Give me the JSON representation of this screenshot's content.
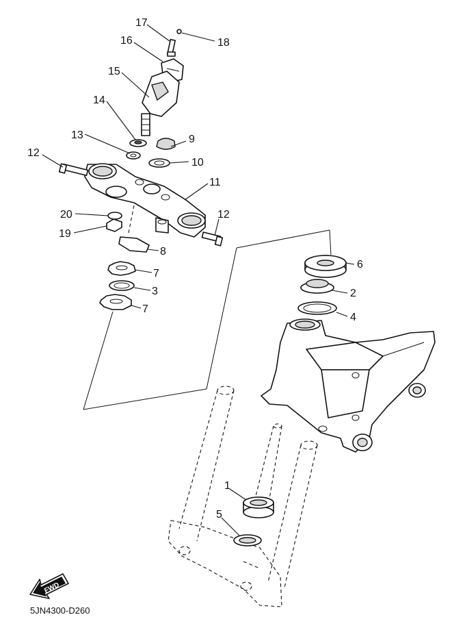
{
  "diagram_code": "5JN4300-D260",
  "fwd_label": "FWD",
  "callouts": {
    "c1": "1",
    "c2": "2",
    "c3": "3",
    "c4": "4",
    "c5": "5",
    "c6": "6",
    "c7a": "7",
    "c7b": "7",
    "c8": "8",
    "c9": "9",
    "c10": "10",
    "c11": "11",
    "c12a": "12",
    "c12b": "12",
    "c13": "13",
    "c14": "14",
    "c15": "15",
    "c16": "16",
    "c17": "17",
    "c18": "18",
    "c19": "19",
    "c20": "20"
  }
}
